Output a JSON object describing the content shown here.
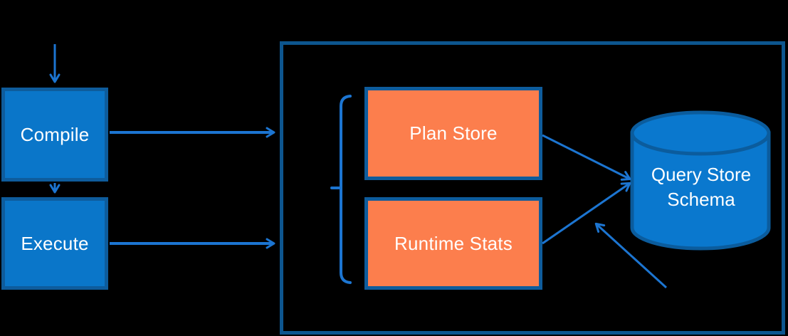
{
  "background": "#000000",
  "colors": {
    "background": "#000000",
    "node_fill_blue": "#0A76C9",
    "node_border": "#0E5C9C",
    "node_fill_orange": "#FC7E4D",
    "container_border": "#0D568F",
    "arrow": "#1C75D1",
    "cylinder_fill": "#0A78CE",
    "cylinder_stroke": "#0B5C9D",
    "label_text": "#FFFFFF"
  },
  "nodes": {
    "compile": {
      "label": "Compile"
    },
    "execute": {
      "label": "Execute"
    },
    "plan_store": {
      "label": "Plan Store"
    },
    "runtime_stats": {
      "label": "Runtime Stats"
    },
    "query_store_schema": {
      "label": "Query Store Schema"
    }
  },
  "edges": [
    {
      "from": "start",
      "to": "compile",
      "style": "arrow-down"
    },
    {
      "from": "compile",
      "to": "execute",
      "style": "arrow-down"
    },
    {
      "from": "compile",
      "to": "query-store-container",
      "style": "arrow-right"
    },
    {
      "from": "execute",
      "to": "query-store-container",
      "style": "arrow-right"
    },
    {
      "from": "plan_store",
      "to": "query_store_schema",
      "style": "arrow"
    },
    {
      "from": "runtime_stats",
      "to": "query_store_schema",
      "style": "arrow"
    },
    {
      "from": "lower-right",
      "to": "runtime-stats-to-schema-line",
      "style": "annotation-arrow"
    }
  ],
  "groups": [
    {
      "name": "brace-group",
      "members": [
        "plan_store",
        "runtime_stats"
      ]
    }
  ]
}
